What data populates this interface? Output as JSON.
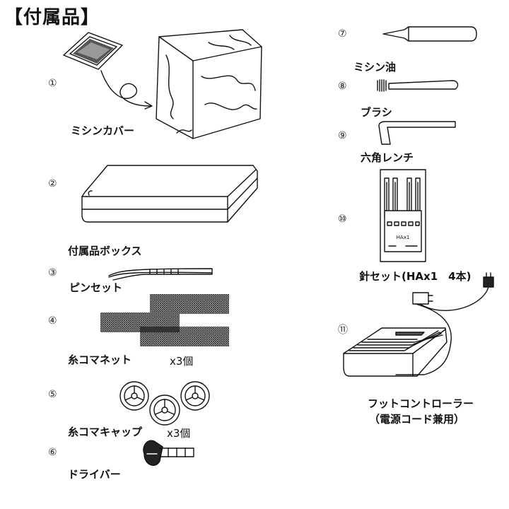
{
  "title": "【付属品】",
  "items": [
    {
      "num": "①",
      "label": "ミシンカバー"
    },
    {
      "num": "②",
      "label": "付属品ボックス"
    },
    {
      "num": "③",
      "label": "ピンセット"
    },
    {
      "num": "④",
      "label": "糸コマネット",
      "qty": "x3個"
    },
    {
      "num": "⑤",
      "label": "糸コマキャップ",
      "qty": "x3個"
    },
    {
      "num": "⑥",
      "label": "ドライバー"
    },
    {
      "num": "⑦",
      "label": "ミシン油"
    },
    {
      "num": "⑧",
      "label": "ブラシ"
    },
    {
      "num": "⑨",
      "label": "六角レンチ"
    },
    {
      "num": "⑩",
      "label": "針セット(HAx1　4本)",
      "pack_text": "HAx1"
    },
    {
      "num": "⑪",
      "label": "フットコントローラー",
      "label2": "（電源コード兼用）"
    }
  ]
}
